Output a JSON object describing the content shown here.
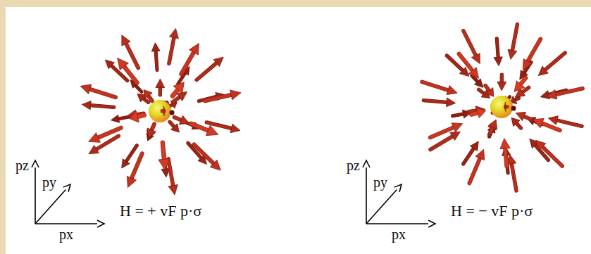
{
  "diagram": {
    "labels": [
      "pz",
      "py",
      "px",
      "H = + vF p·σ",
      "pz",
      "py",
      "px",
      "H = − vF p·σ"
    ]
  }
}
